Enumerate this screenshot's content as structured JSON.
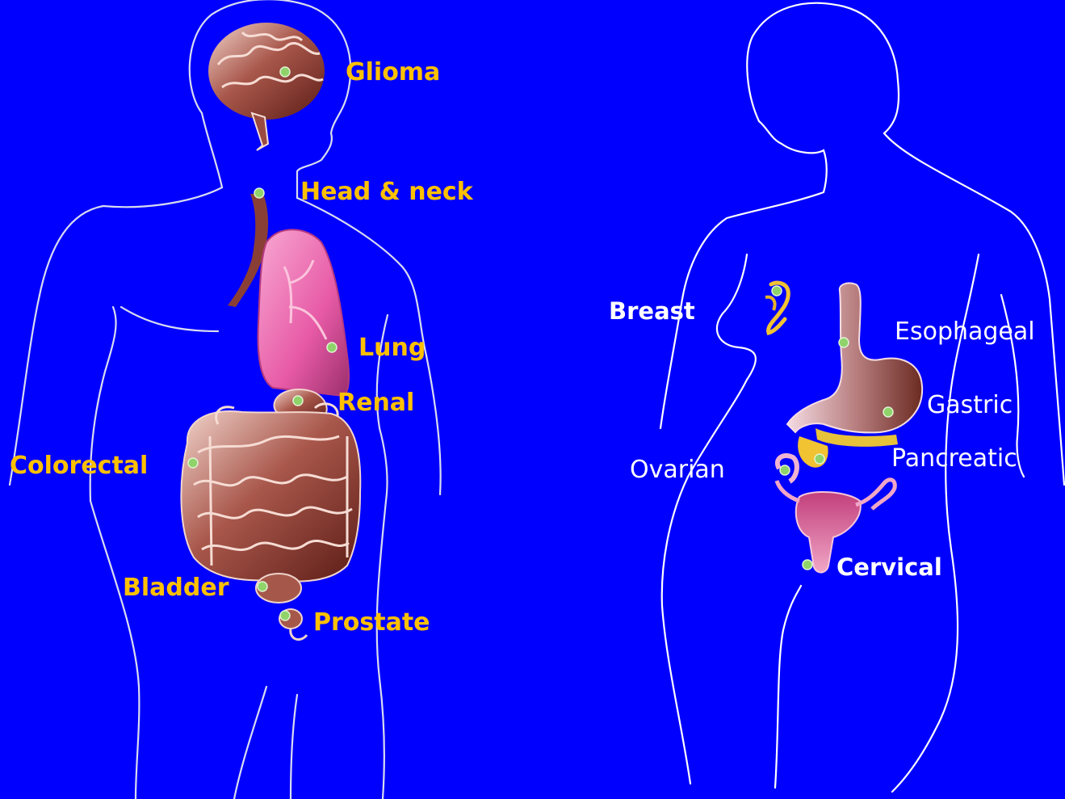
{
  "colors": {
    "background": "#0000ff",
    "male_label": "#ffc000",
    "female_label": "#ffffff",
    "marker": "#8fd36a",
    "organ_brown": "#8a3f36",
    "organ_pink": "#e75aa6"
  },
  "male_figure": {
    "labels": {
      "glioma": "Glioma",
      "head_neck": "Head & neck",
      "lung": "Lung",
      "renal": "Renal",
      "colorectal": "Colorectal",
      "bladder": "Bladder",
      "prostate": "Prostate"
    }
  },
  "female_figure": {
    "labels": {
      "breast": "Breast",
      "esophageal": "Esophageal",
      "gastric": "Gastric",
      "pancreatic": "Pancreatic",
      "ovarian": "Ovarian",
      "cervical": "Cervical"
    }
  },
  "icons": [
    "brain-icon",
    "lung-icon",
    "kidney-icon",
    "intestine-icon",
    "stomach-icon",
    "uterus-icon",
    "breast-icon"
  ]
}
